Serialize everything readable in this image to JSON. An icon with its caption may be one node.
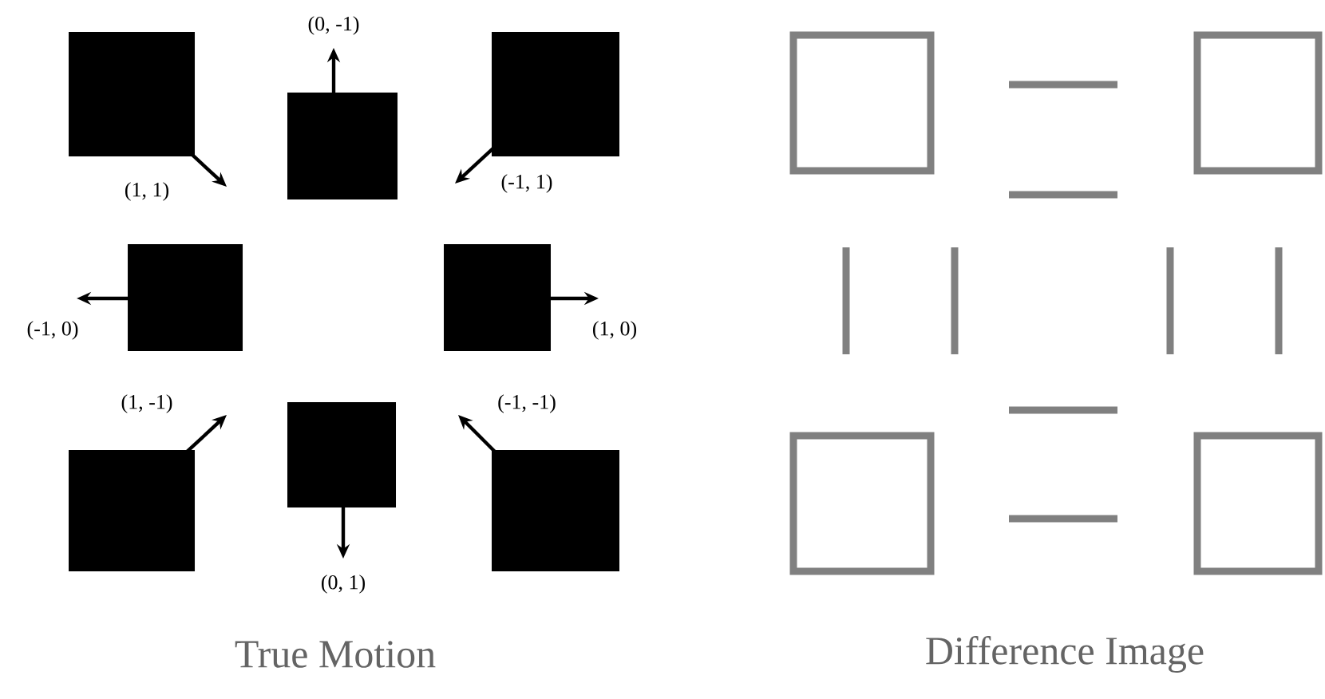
{
  "diagram": {
    "labels": [
      "(0, -1)",
      "(1, 1)",
      "(-1, 1)",
      "(-1, 0)",
      "(1, 0)",
      "(1, -1)",
      "(-1, -1)",
      "(0, 1)",
      "True Motion",
      "Difference Image"
    ]
  }
}
